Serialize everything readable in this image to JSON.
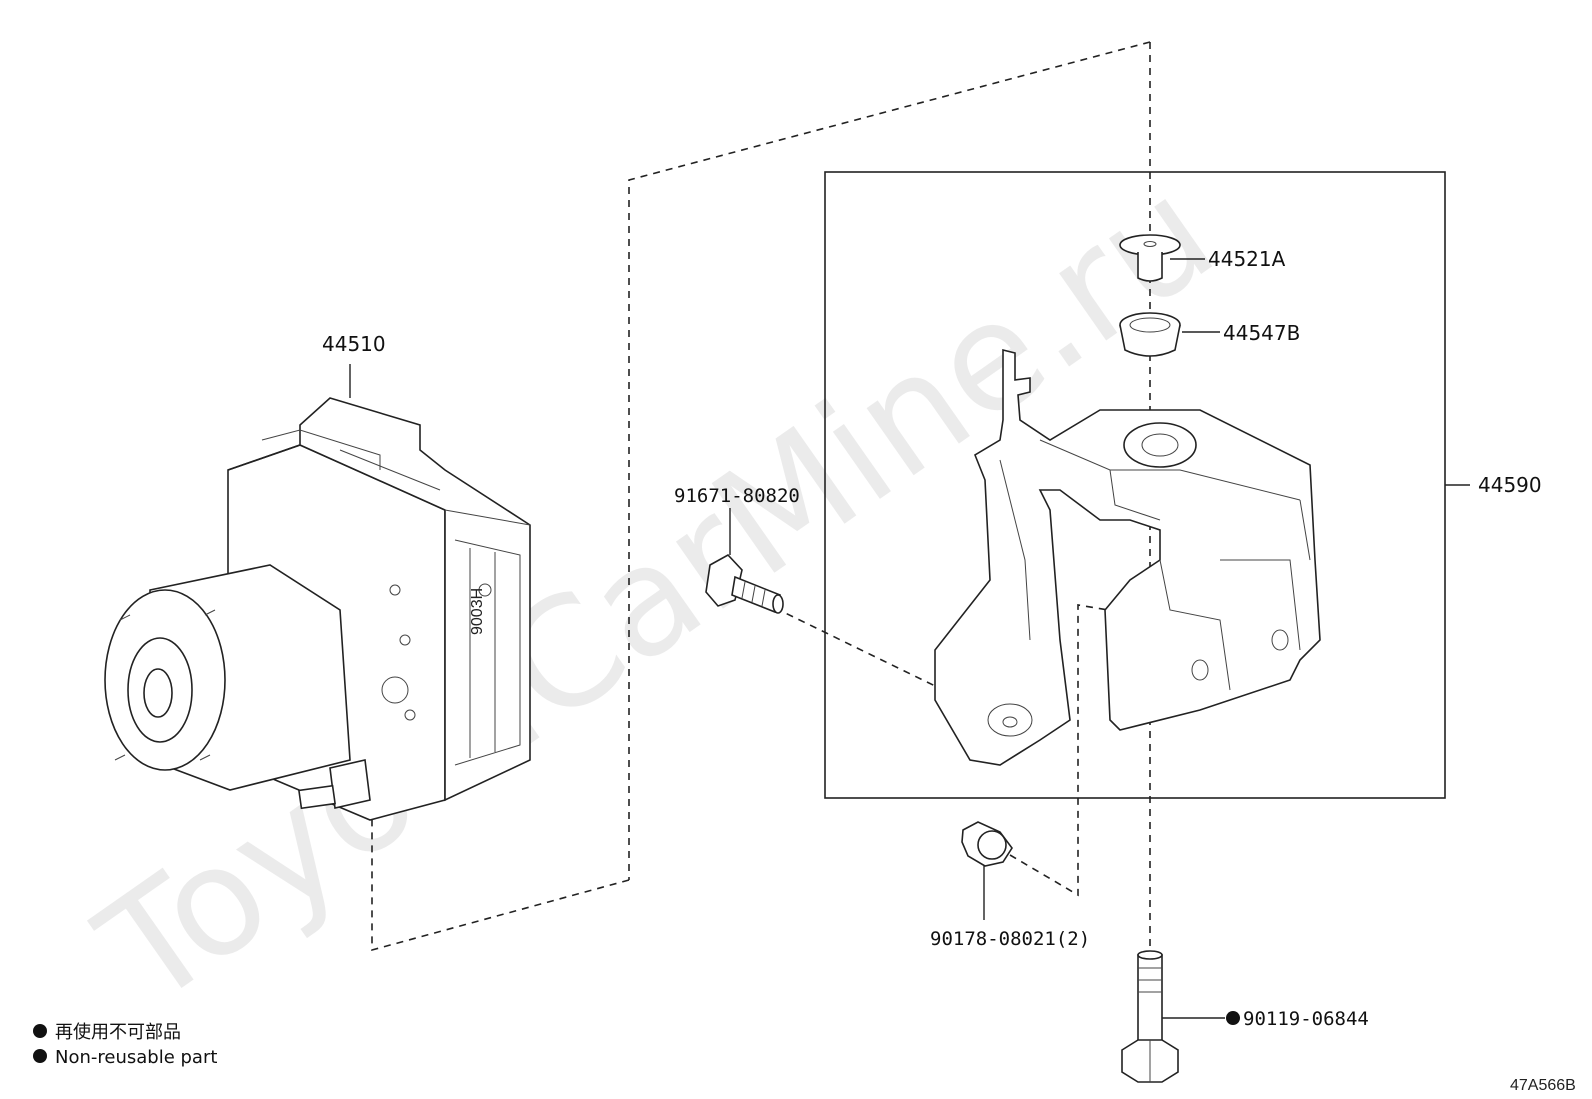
{
  "watermark": "ToyotaCarMine.ru",
  "parts": {
    "abs_actuator": "44510",
    "bracket_assembly": "44590",
    "cushion_upper": "44521A",
    "cushion_lower": "44547B",
    "bolt_side": "91671-80820",
    "nut_lower": "90178-08021(2)",
    "bolt_bottom": "90119-06844"
  },
  "legend": {
    "line1": "再使用不可部品",
    "line2": "Non-reusable part"
  },
  "figure_code": "47A566B"
}
